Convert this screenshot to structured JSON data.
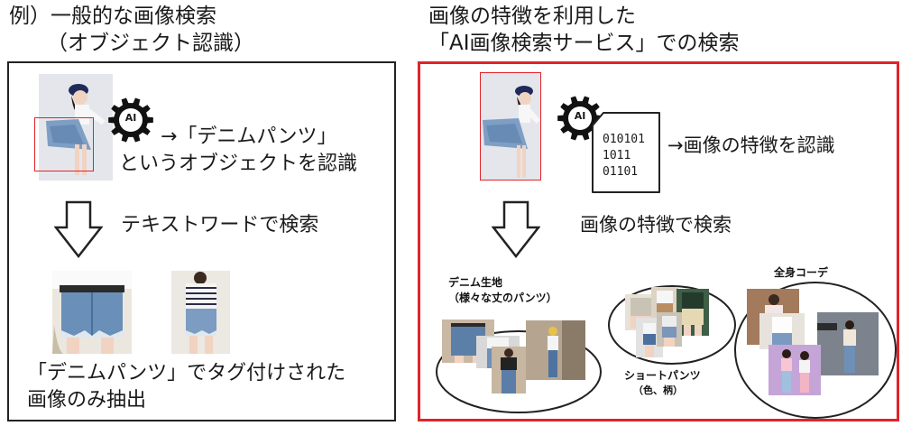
{
  "left": {
    "title_line1": "例）一般的な画像検索",
    "title_line2": "（オブジェクト認識）",
    "ai_label": "AI",
    "recog_line1": "→「デニムパンツ」",
    "recog_line2": "というオブジェクトを認識",
    "search_text": "テキストワードで検索",
    "result_line1": "「デニムパンツ」でタグ付けされた",
    "result_line2": "画像のみ抽出"
  },
  "right": {
    "title_line1": "画像の特徴を利用した",
    "title_line2": "「AI画像検索サービス」での検索",
    "ai_label": "AI",
    "binary_lines": [
      "010101",
      "1011",
      "01101"
    ],
    "recog_text": "→画像の特徴を認識",
    "search_text": "画像の特徴で検索",
    "group1_line1": "デニム生地",
    "group1_line2": "（様々な丈のパンツ）",
    "group2_line1": "ショートパンツ",
    "group2_line2": "（色、柄）",
    "group3_label": "全身コーデ"
  },
  "colors": {
    "accent_red": "#e0242a",
    "border_dark": "#222222",
    "denim": "#6a8fb8"
  }
}
